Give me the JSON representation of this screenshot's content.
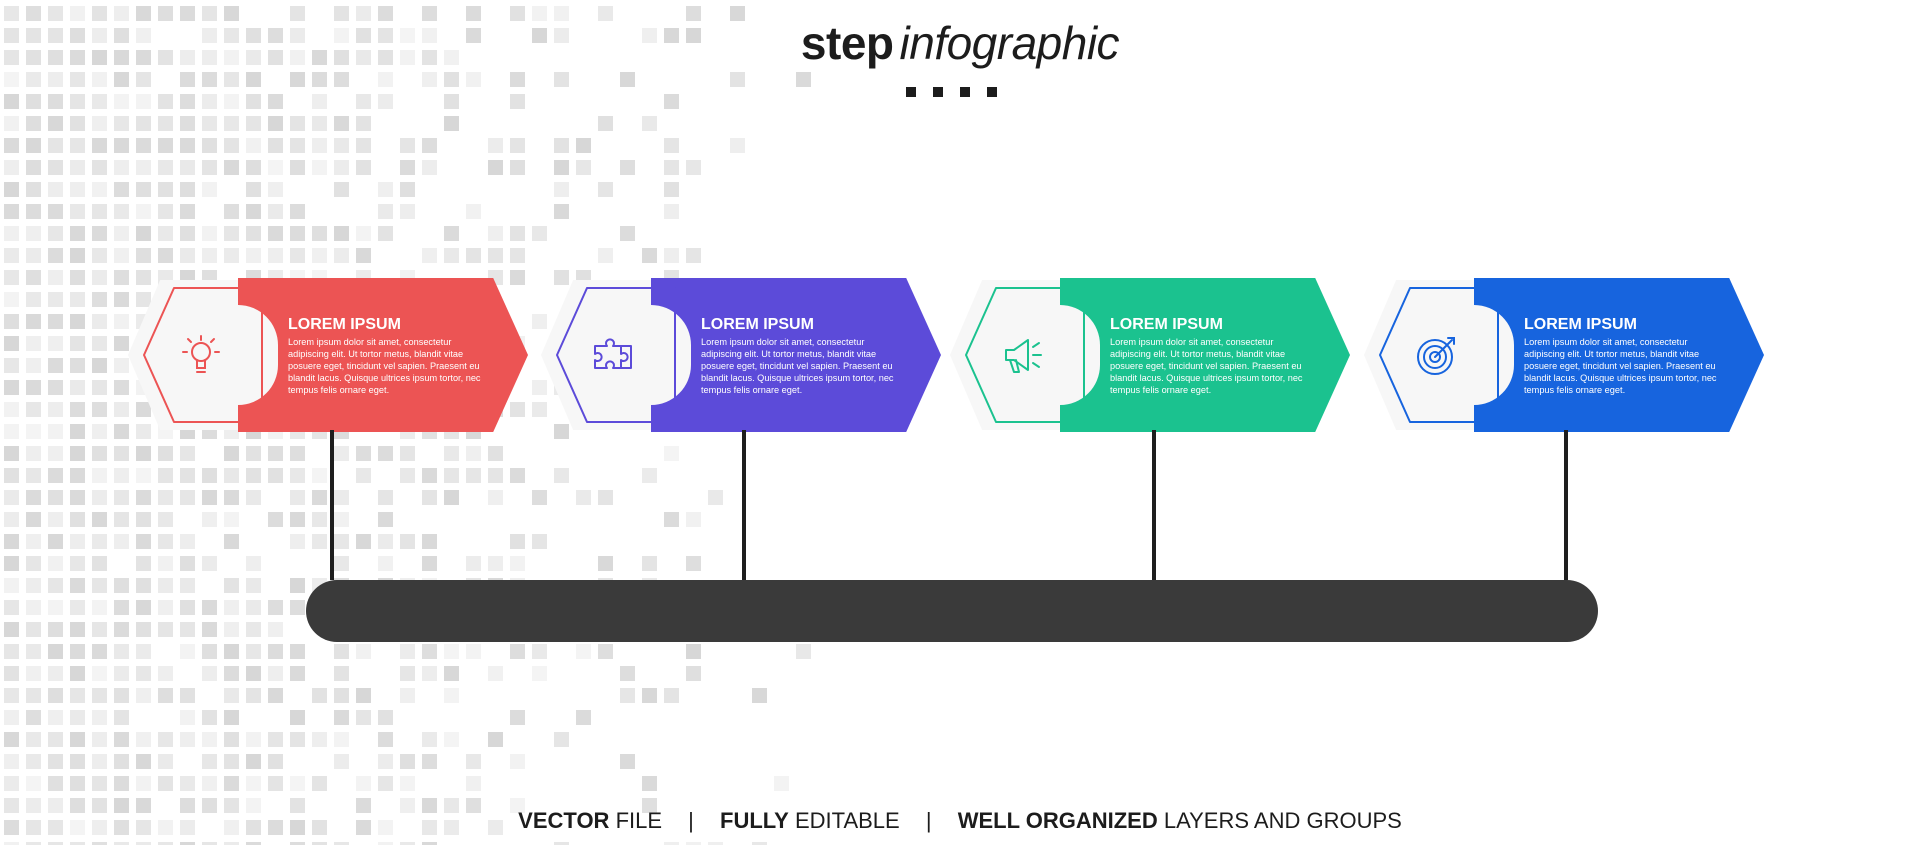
{
  "title": {
    "bold": "step",
    "italic": "infographic"
  },
  "steps": [
    {
      "title": "LOREM IPSUM",
      "body": "Lorem ipsum dolor sit amet, consectetur adipiscing elit. Ut tortor metus, blandit vitae posuere eget, tincidunt vel sapien. Praesent eu blandit lacus. Quisque ultrices ipsum tortor, nec tempus felis ornare eget.",
      "color": "#ec5454",
      "icon": "lightbulb-icon"
    },
    {
      "title": "LOREM IPSUM",
      "body": "Lorem ipsum dolor sit amet, consectetur adipiscing elit. Ut tortor metus, blandit vitae posuere eget, tincidunt vel sapien. Praesent eu blandit lacus. Quisque ultrices ipsum tortor, nec tempus felis ornare eget.",
      "color": "#5c4bd9",
      "icon": "puzzle-icon"
    },
    {
      "title": "LOREM IPSUM",
      "body": "Lorem ipsum dolor sit amet, consectetur adipiscing elit. Ut tortor metus, blandit vitae posuere eget, tincidunt vel sapien. Praesent eu blandit lacus. Quisque ultrices ipsum tortor, nec tempus felis ornare eget.",
      "color": "#1bc28f",
      "icon": "megaphone-icon"
    },
    {
      "title": "LOREM IPSUM",
      "body": "Lorem ipsum dolor sit amet, consectetur adipiscing elit. Ut tortor metus, blandit vitae posuere eget, tincidunt vel sapien. Praesent eu blandit lacus. Quisque ultrices ipsum tortor, nec tempus felis ornare eget.",
      "color": "#1764de",
      "icon": "target-icon"
    }
  ],
  "footer": {
    "part1_bold": "VECTOR",
    "part1_rest": " FILE",
    "divider": "|",
    "part2_bold": "FULLY",
    "part2_rest": " EDITABLE",
    "part3_bold": "WELL ORGANIZED",
    "part3_rest": " LAYERS AND GROUPS"
  }
}
